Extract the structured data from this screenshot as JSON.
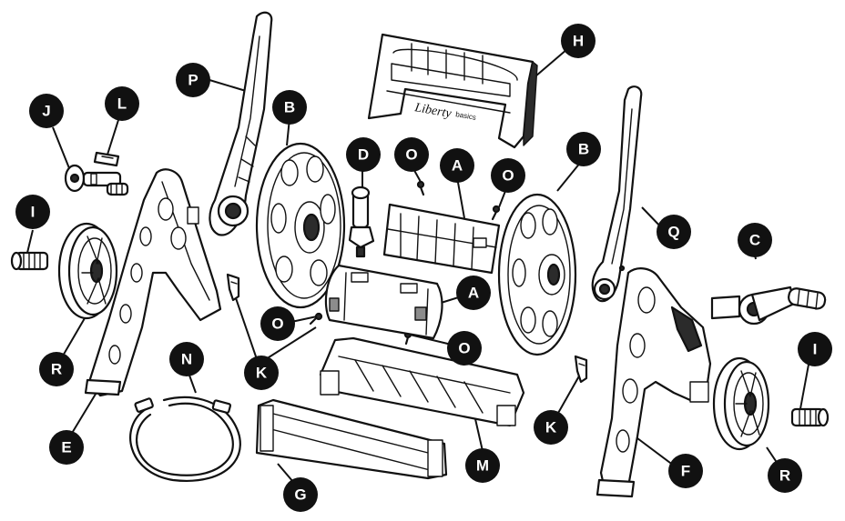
{
  "brand": {
    "name": "Liberty",
    "subline": "basics"
  },
  "labels": {
    "A": "A",
    "B": "B",
    "C": "C",
    "D": "D",
    "E": "E",
    "F": "F",
    "G": "G",
    "H": "H",
    "I": "I",
    "J": "J",
    "K": "K",
    "L": "L",
    "M": "M",
    "N": "N",
    "O": "O",
    "P": "P",
    "Q": "Q",
    "R": "R"
  }
}
